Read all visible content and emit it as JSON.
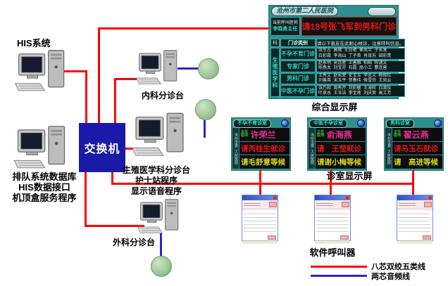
{
  "colors": {
    "cat5_cable": "#ff0000",
    "audio_cable": "#2828c8",
    "display_teal": "#2f8f8f",
    "switch_blue": "#1a1aaa",
    "call_text_red": "#e01818",
    "wait_text_yellow": "#d8d820",
    "doctor_name_magenta": "#e03090"
  },
  "nodes": {
    "his_label": "HIS系统",
    "switch_label": "交换机",
    "neike_label": "内科分诊台",
    "waike_label": "外科分诊台",
    "db_label_lines": [
      "排队系统数据库",
      "HIS数据接口",
      "机顶盒服务程序"
    ],
    "shengzhi_label_lines": [
      "生殖医学科分诊台",
      "护士站程序",
      "显示语音程序"
    ]
  },
  "captions": {
    "main_display": "综合显示屏",
    "room_displays": "诊室显示屏",
    "callers": "软件呼叫器"
  },
  "legend": {
    "cat5": "八芯双绞五类线",
    "audio": "两芯音频线"
  },
  "main_display": {
    "hospital_name": "沧州市第二人民医院",
    "current_caller_label": "当前呼叫医师",
    "current_caller_name": "李晓勇主任",
    "call_message": "请18号张飞军到男科门诊",
    "dept_col_header": "科",
    "dept_vertical": "生殖医学科",
    "category_header": "门诊类别",
    "notice": "请以下患友在此耐心候诊，注意呼叫信息。",
    "rows": [
      {
        "category": "不孕不育门诊",
        "names_line1": [
          "张军占",
          "高艳",
          "王白艳",
          "崔凤兰",
          "于长发"
        ],
        "names_line2": [
          "白彩霞",
          "李海山",
          "丁子英",
          "肖效苏",
          "田彩青"
        ]
      },
      {
        "category": "专家门诊",
        "names_line1": [
          "赵永明",
          "吴连胜",
          "王善雅",
          "柏娟",
          "陈诵文"
        ],
        "names_line2": [
          "陈燕太",
          "刘宝芬",
          "石磊",
          "屈小工",
          "曹连营"
        ]
      },
      {
        "category": "男科门诊",
        "names_line1": [
          "王秀文",
          "赵长荣",
          "史宝玉",
          "李忠义",
          "杨修红"
        ],
        "names_line2": [
          "刘善英",
          "宋玉平",
          "贺春伟",
          "侯雪芬",
          "王凤云"
        ]
      },
      {
        "category": "中医不孕门诊",
        "names_line1": [
          "张乃和",
          "周秀芹",
          "刘彩敏",
          "王海旺",
          "白淑珍"
        ],
        "names_line2": [
          "叶泉水",
          "王玉洁",
          "李宝莲",
          "刘庆贺",
          "高工芳"
        ]
      }
    ]
  },
  "room_displays": [
    {
      "title": "不孕不育诊室",
      "hospital_vertical": "沧州市第二人民医院",
      "doctor_label_1": "主任",
      "doctor_label_2": "医师:",
      "doctor_name": "许荣兰",
      "now_serving": "请芮桂生就诊",
      "waiting": "请毛舒意等候"
    },
    {
      "title": "中医不孕诊室",
      "hospital_vertical": "沧州市第二人民医院",
      "doctor_label_1": "主任",
      "doctor_label_2": "医师:",
      "doctor_name": "俞海燕",
      "now_serving": "请　王莹就诊",
      "waiting": "请谢小梅等候"
    },
    {
      "title": "男科诊室",
      "hospital_vertical": "沧州市第二人民医院",
      "doctor_label_1": "主任",
      "doctor_label_2": "医师:",
      "doctor_name": "翟云燕",
      "now_serving": "请马玉石就诊",
      "waiting": "请　高进等候"
    }
  ]
}
